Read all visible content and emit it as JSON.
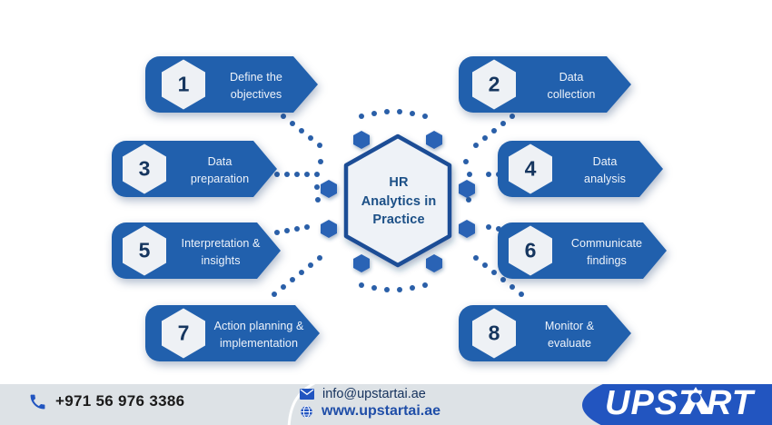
{
  "center": {
    "line1": "HR",
    "line2": "Analytics in",
    "line3": "Practice"
  },
  "steps": [
    {
      "number": "1",
      "label_line1": "Define the",
      "label_line2": "objectives",
      "side": "left"
    },
    {
      "number": "2",
      "label_line1": "Data",
      "label_line2": "collection",
      "side": "right"
    },
    {
      "number": "3",
      "label_line1": "Data",
      "label_line2": "preparation",
      "side": "left"
    },
    {
      "number": "4",
      "label_line1": "Data",
      "label_line2": "analysis",
      "side": "right"
    },
    {
      "number": "5",
      "label_line1": "Interpretation &",
      "label_line2": "insights",
      "side": "left"
    },
    {
      "number": "6",
      "label_line1": "Communicate",
      "label_line2": "findings",
      "side": "right"
    },
    {
      "number": "7",
      "label_line1": "Action planning &",
      "label_line2": "implementation",
      "side": "left"
    },
    {
      "number": "8",
      "label_line1": "Monitor &",
      "label_line2": "evaluate",
      "side": "right"
    }
  ],
  "footer": {
    "phone": "+971 56 976 3386",
    "email": "info@upstartai.ae",
    "website": "www.upstartai.ae",
    "phone_icon": "phone-icon",
    "email_icon": "envelope-icon",
    "web_icon": "globe-icon"
  },
  "brand": {
    "name": "UPSTART",
    "part1": "UPST",
    "part2": "A",
    "part3": "RT"
  },
  "colors": {
    "pill_blue": "#2160ad",
    "pill_blue_dark": "#1b4f93",
    "badge_fill": "#eef1f5",
    "number_navy": "#16365f",
    "hub_border": "#1f4e96",
    "hub_fill": "#eef2f7",
    "node_blue": "#2a63b5",
    "dot_blue": "#2a5fa8",
    "footer_bg": "#dde2e6",
    "logo_blue": "#2255c0"
  }
}
